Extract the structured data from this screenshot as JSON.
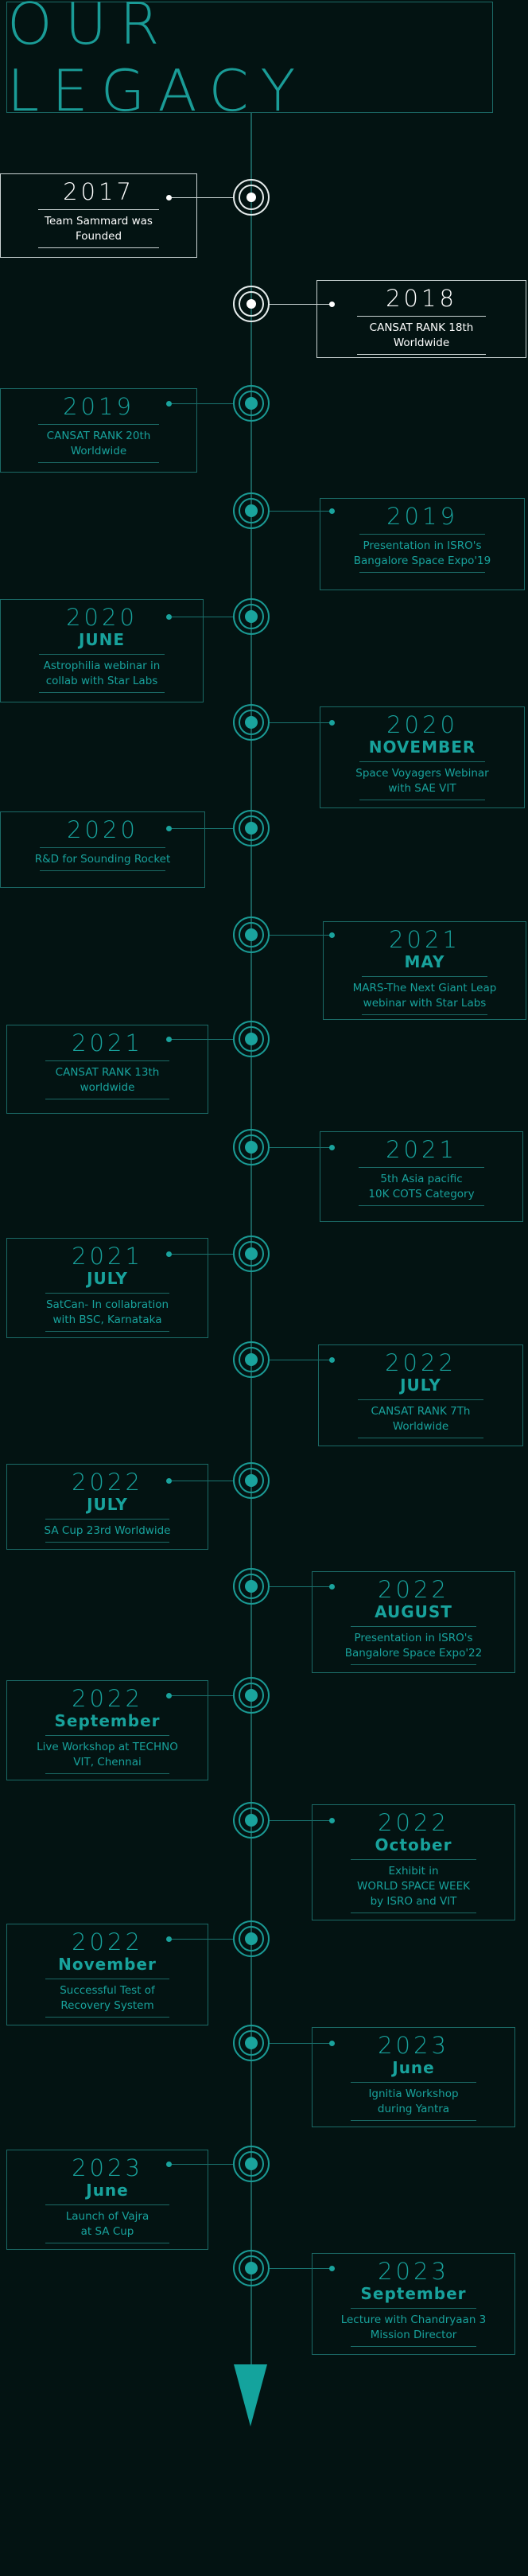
{
  "title": "OUR LEGACY",
  "events": [
    {
      "year": "2017",
      "month": "",
      "lines": [
        "Team Sammard was",
        "Founded"
      ]
    },
    {
      "year": "2018",
      "month": "",
      "lines": [
        "CANSAT RANK 18th",
        "Worldwide"
      ]
    },
    {
      "year": "2019",
      "month": "",
      "lines": [
        "CANSAT RANK 20th",
        "Worldwide"
      ]
    },
    {
      "year": "2019",
      "month": "",
      "lines": [
        "Presentation in ISRO's",
        "Bangalore Space Expo'19"
      ]
    },
    {
      "year": "2020",
      "month": "JUNE",
      "lines": [
        "Astrophilia webinar in",
        "collab with Star Labs"
      ]
    },
    {
      "year": "2020",
      "month": "NOVEMBER",
      "lines": [
        "Space Voyagers Webinar",
        "with SAE VIT"
      ]
    },
    {
      "year": "2020",
      "month": "",
      "lines": [
        "R&D for Sounding Rocket"
      ]
    },
    {
      "year": "2021",
      "month": "MAY",
      "lines": [
        "MARS-The Next Giant Leap",
        "webinar with Star Labs"
      ]
    },
    {
      "year": "2021",
      "month": "",
      "lines": [
        "CANSAT RANK 13th",
        "worldwide"
      ]
    },
    {
      "year": "2021",
      "month": "",
      "lines": [
        "5th Asia pacific",
        "10K COTS Category"
      ]
    },
    {
      "year": "2021",
      "month": "JULY",
      "lines": [
        "SatCan- In collabration",
        "with BSC, Karnataka"
      ]
    },
    {
      "year": "2022",
      "month": "JULY",
      "lines": [
        "CANSAT RANK 7Th",
        "Worldwide"
      ]
    },
    {
      "year": "2022",
      "month": "JULY",
      "lines": [
        "SA Cup 23rd Worldwide"
      ]
    },
    {
      "year": "2022",
      "month": "AUGUST",
      "lines": [
        "Presentation in ISRO's",
        "Bangalore Space Expo'22"
      ]
    },
    {
      "year": "2022",
      "month": "September",
      "lines": [
        "Live Workshop at TECHNO",
        "VIT, Chennai"
      ]
    },
    {
      "year": "2022",
      "month": "October",
      "lines": [
        "Exhibit in",
        "WORLD SPACE WEEK",
        "by ISRO and VIT"
      ]
    },
    {
      "year": "2022",
      "month": "November",
      "lines": [
        "Successful Test of",
        "Recovery System"
      ]
    },
    {
      "year": "2023",
      "month": "June",
      "lines": [
        "Ignitia Workshop",
        "during Yantra"
      ]
    },
    {
      "year": "2023",
      "month": "June",
      "lines": [
        "Launch of Vajra",
        "at SA Cup"
      ]
    },
    {
      "year": "2023",
      "month": "September",
      "lines": [
        "Lecture with Chandryaan 3",
        "Mission Director"
      ]
    }
  ]
}
